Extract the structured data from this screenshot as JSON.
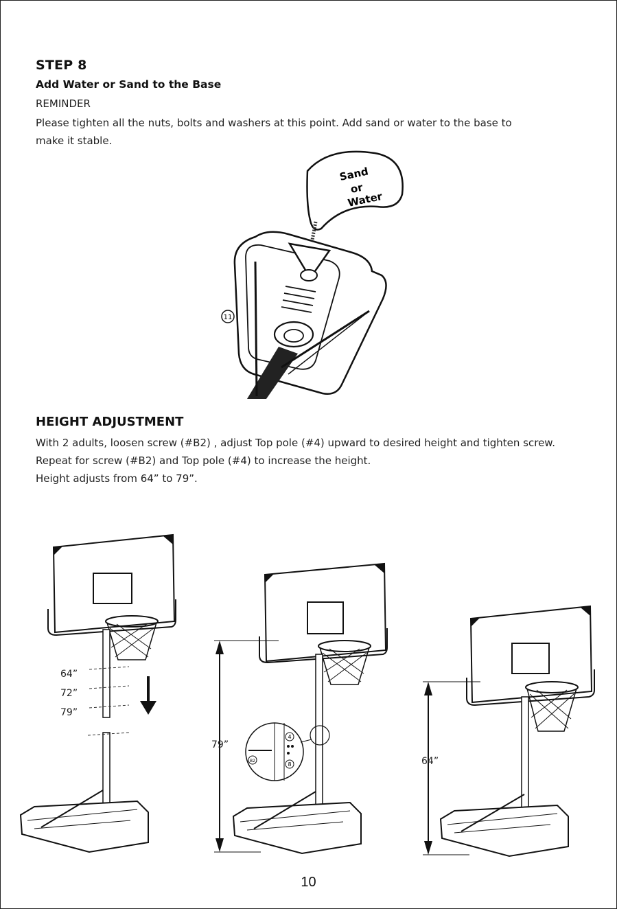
{
  "step": {
    "title": "STEP 8",
    "subtitle": "Add Water or Sand to the Base",
    "reminder": "REMINDER",
    "text_line1": "Please tighten all the nuts, bolts and washers at this point. Add sand or water to the base to",
    "text_line2": "make it stable."
  },
  "base_illustration": {
    "bag_label_1": "Sand",
    "bag_label_2": "or",
    "bag_label_3": "Water",
    "part_callout": "11"
  },
  "height_adjustment": {
    "title": "HEIGHT ADJUSTMENT",
    "line1": "With 2 adults, loosen screw (#B2) , adjust Top pole (#4) upward to desired height and tighten screw.",
    "line2": "Repeat for screw (#B2) and Top pole (#4) to increase the height.",
    "line3": "Height adjusts from 64” to 79”."
  },
  "hoop_diagrams": {
    "left_marks": [
      "64”",
      "72”",
      "79”"
    ],
    "middle_height": "79”",
    "detail_callout_top": "4",
    "detail_callout_bottom": "8",
    "detail_callout_screw": "B2",
    "right_height": "64”"
  },
  "page_number": "10"
}
